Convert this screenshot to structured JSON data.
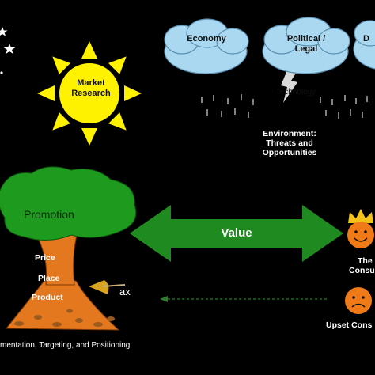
{
  "sun": {
    "label_line1": "Market",
    "label_line2": "Research"
  },
  "clouds": [
    {
      "line1": "Economy",
      "line2": ""
    },
    {
      "line1": "Political /",
      "line2": "Legal"
    },
    {
      "line1": "D",
      "line2": ""
    }
  ],
  "lightning_label": "Technology",
  "environment": {
    "line1": "Environment:",
    "line2": "Threats and",
    "line3": "Opportunities"
  },
  "tree": {
    "canopy_label": "Promotion",
    "trunk_labels": [
      "Price",
      "Place",
      "Product"
    ],
    "axe_label": "ax",
    "ground_caption": "mentation, Targeting, and Positioning"
  },
  "value_arrow_label": "Value",
  "consumers": {
    "happy_line1": "The",
    "happy_line2": "Consu",
    "upset_label": "Upset Cons"
  },
  "colors": {
    "background": "#000000",
    "sun": "#FFF200",
    "cloud_fill": "#A9D8F0",
    "canopy": "#1E9B1E",
    "trunk": "#E3781F",
    "arrow": "#1F8A1F",
    "face": "#F07A18",
    "crown": "#F2C21B",
    "rain": "#C8C8C8"
  }
}
